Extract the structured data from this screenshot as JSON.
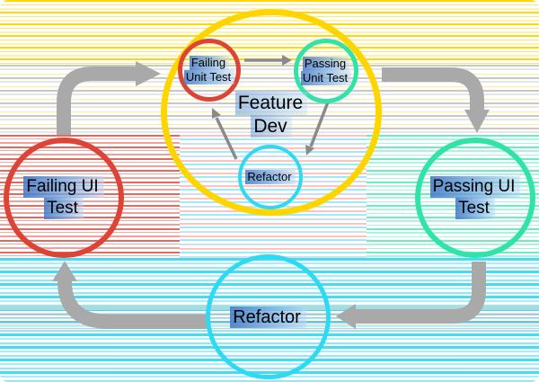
{
  "diagram": {
    "kind": "dual-loop TDD cycle diagram",
    "center_label": {
      "line1": "Feature",
      "line2": "Dev"
    },
    "nodes": {
      "failing_ui": {
        "line1": "Failing UI",
        "line2": "Test",
        "border_color": "#dc4437"
      },
      "passing_ui": {
        "line1": "Passing UI",
        "line2": "Test",
        "border_color": "#31e3a8"
      },
      "refactor_outer": {
        "line1": "Refactor",
        "border_color": "#2fd9f2"
      },
      "feature_dev": {
        "line1": "Feature",
        "line2": "Dev",
        "border_color": "#ffd500"
      },
      "failing_unit": {
        "line1": "Failing",
        "line2": "Unit Test",
        "border_color": "#dc4437"
      },
      "passing_unit": {
        "line1": "Passing",
        "line2": "Unit Test",
        "border_color": "#31e3a8"
      },
      "refactor_inner": {
        "line1": "Refactor",
        "border_color": "#2fd9f2"
      }
    },
    "arrows": [
      {
        "name": "failing-ui-to-feature-dev",
        "from": "Failing UI Test",
        "to": "Feature Dev"
      },
      {
        "name": "feature-dev-to-passing-ui",
        "from": "Feature Dev",
        "to": "Passing UI Test"
      },
      {
        "name": "passing-ui-to-refactor",
        "from": "Passing UI Test",
        "to": "Refactor"
      },
      {
        "name": "refactor-to-failing-ui",
        "from": "Refactor",
        "to": "Failing UI Test"
      },
      {
        "name": "failing-unit-to-passing-unit",
        "from": "Failing Unit Test",
        "to": "Passing Unit Test"
      },
      {
        "name": "passing-unit-to-refactor-inner",
        "from": "Passing Unit Test",
        "to": "Refactor (inner)"
      },
      {
        "name": "refactor-inner-to-failing-unit",
        "from": "Refactor (inner)",
        "to": "Failing Unit Test"
      }
    ],
    "palette": {
      "red": "#dc4437",
      "yellow": "#ffd500",
      "green": "#31e3a8",
      "cyan": "#2fd9f2",
      "arrow_gray": "#a9a9a9",
      "inner_arrow_gray": "#8a8a8a",
      "text_highlight_blue": "#487dc6",
      "text": "#000000",
      "background": "#ffffff"
    }
  }
}
